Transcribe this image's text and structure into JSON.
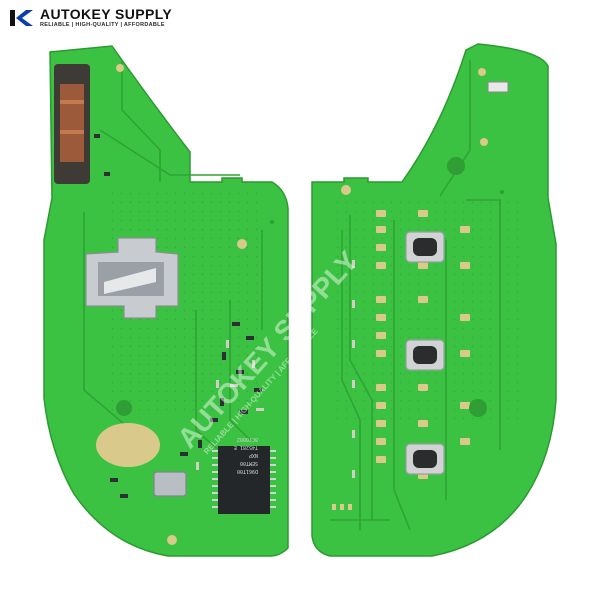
{
  "brand": {
    "name": "AUTOKEY SUPPLY",
    "tagline": "RELIABLE | HIGH-QUALITY | AFFORDABLE",
    "logo_icon": "ak-logo-icon",
    "accent_color": "#0b3ea8"
  },
  "watermark": {
    "text": "AUTOKEY SUPPLY",
    "subtext": "RELIABLE | HIGH-QUALITY | AFFORDABLE"
  },
  "boards": {
    "pcb_color": "#3cc242",
    "trace_color": "#2ea434",
    "pad_color": "#d9c98a",
    "left": {
      "chip_markings": [
        "D961T00",
        "SEMT00",
        "NXP",
        "T45281 E",
        "8C7000Z"
      ]
    },
    "right": {
      "button_count": 3
    }
  }
}
